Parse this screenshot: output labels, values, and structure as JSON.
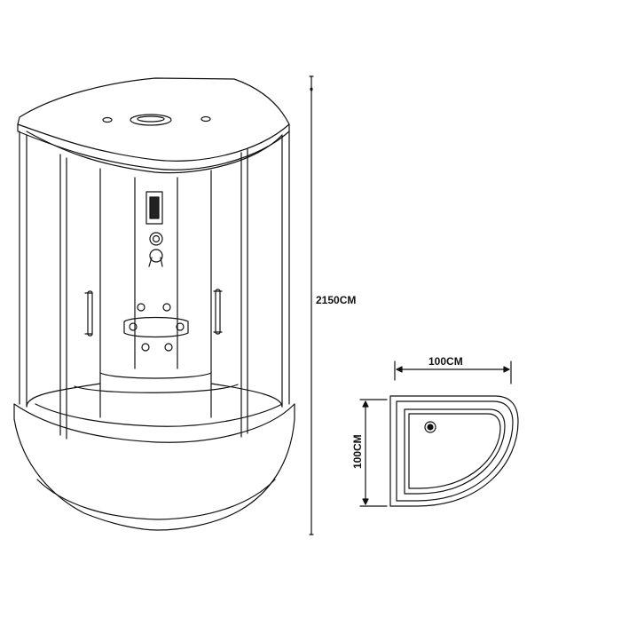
{
  "dimensions": {
    "height": "2150CM",
    "width": "100CM",
    "depth": "100CM"
  },
  "colors": {
    "line": "#111111",
    "background": "#ffffff"
  }
}
